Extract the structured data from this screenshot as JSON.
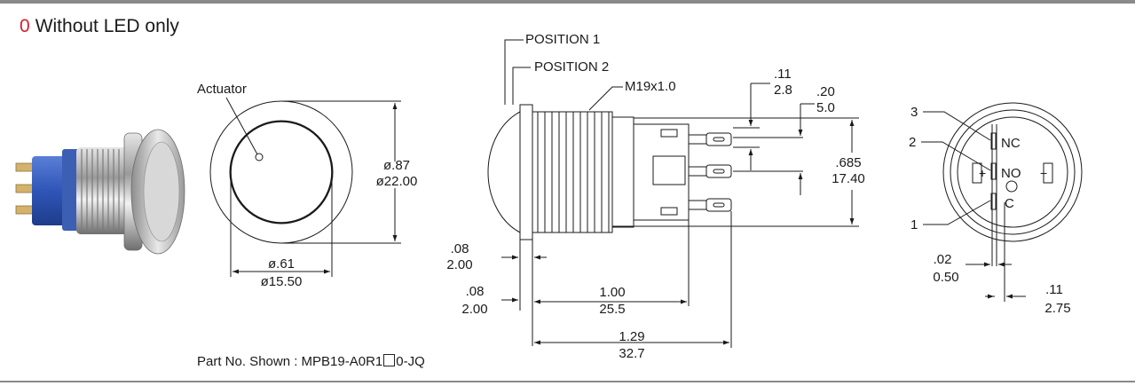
{
  "heading": {
    "number": "0",
    "text": "Without LED only"
  },
  "part_no": {
    "prefix": "Part No. Shown : MPB19-A0R1",
    "suffix": "0-JQ"
  },
  "front_view": {
    "actuator_label": "Actuator",
    "outer_dia_in": "ø.87",
    "outer_dia_mm": "ø22.00",
    "inner_dia_in": "ø.61",
    "inner_dia_mm": "ø15.50"
  },
  "side_view": {
    "position1": "POSITION 1",
    "position2": "POSITION 2",
    "thread": "M19x1.0",
    "dim_11_in": ".11",
    "dim_11_mm": "2.8",
    "dim_20_in": ".20",
    "dim_20_mm": "5.0",
    "dim_685_in": ".685",
    "dim_685_mm": "17.40",
    "dim_08a_in": ".08",
    "dim_08a_mm": "2.00",
    "dim_08b_in": ".08",
    "dim_08b_mm": "2.00",
    "dim_100_in": "1.00",
    "dim_100_mm": "25.5",
    "dim_129_in": "1.29",
    "dim_129_mm": "32.7"
  },
  "rear_view": {
    "pin3": "3",
    "pin2": "2",
    "pin1": "1",
    "nc": "NC",
    "no": "NO",
    "c": "C",
    "plus": "+",
    "minus": "−",
    "dim_02_in": ".02",
    "dim_02_mm": "0.50",
    "dim_11_in": ".11",
    "dim_11_mm": "2.75"
  }
}
